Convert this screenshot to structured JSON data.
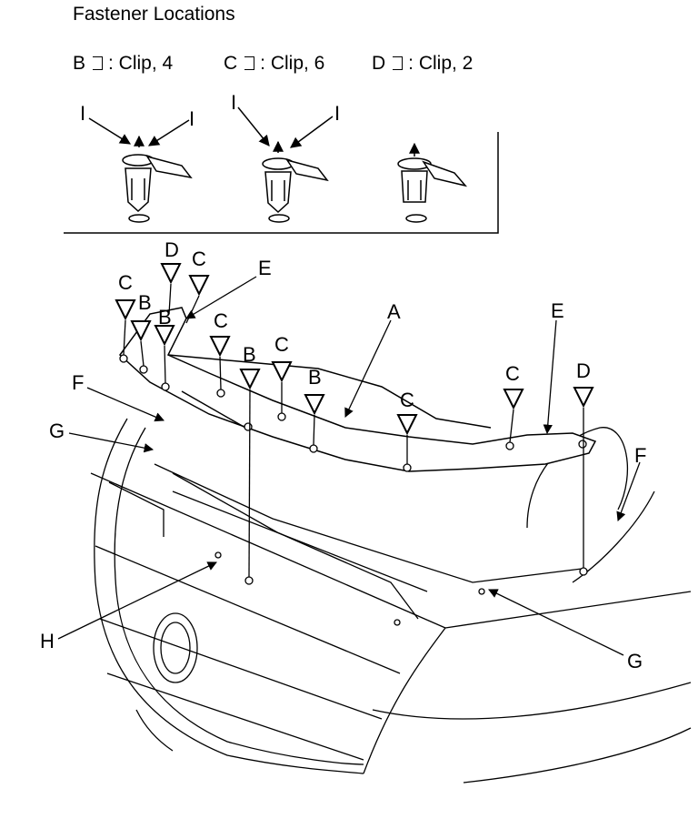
{
  "header": {
    "title": "Fastener Locations"
  },
  "legend": [
    {
      "letter": "B",
      "text": ": Clip, 4"
    },
    {
      "letter": "C",
      "text": ": Clip, 6"
    },
    {
      "letter": "D",
      "text": ": Clip, 2"
    }
  ],
  "labels": {
    "A": "A",
    "B": "B",
    "C": "C",
    "D": "D",
    "E": "E",
    "F": "F",
    "G": "G",
    "H": "H",
    "I": "I"
  }
}
